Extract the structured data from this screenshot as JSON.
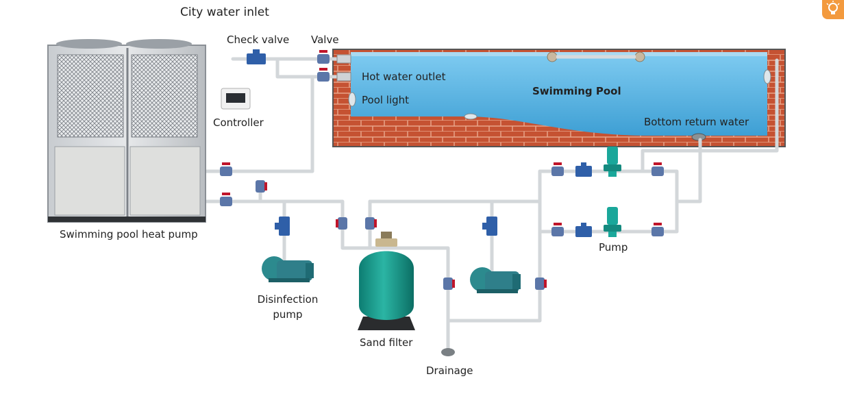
{
  "labels": {
    "city_water_inlet": "City water inlet",
    "check_valve": "Check valve",
    "valve": "Valve",
    "hot_water_outlet": "Hot water outlet",
    "pool_light": "Pool light",
    "swimming_pool": "Swimming Pool",
    "bottom_return_water": "Bottom return water",
    "controller": "Controller",
    "heat_pump": "Swimming pool heat pump",
    "disinfection_pump_line1": "Disinfection",
    "disinfection_pump_line2": "pump",
    "sand_filter": "Sand filter",
    "drainage": "Drainage",
    "pump": "Pump"
  },
  "colors": {
    "pool_water": "#5bb8e6",
    "brick": "#c9502f",
    "pipe": "#d6dadd",
    "valve_red": "#c0152a",
    "valve_blue": "#2f5fa8",
    "pump_green": "#1aa79a",
    "filter_tank": "#1a9e8f",
    "hint_button": "#f39a3e"
  },
  "icons": {
    "hint": "lightbulb-icon"
  }
}
